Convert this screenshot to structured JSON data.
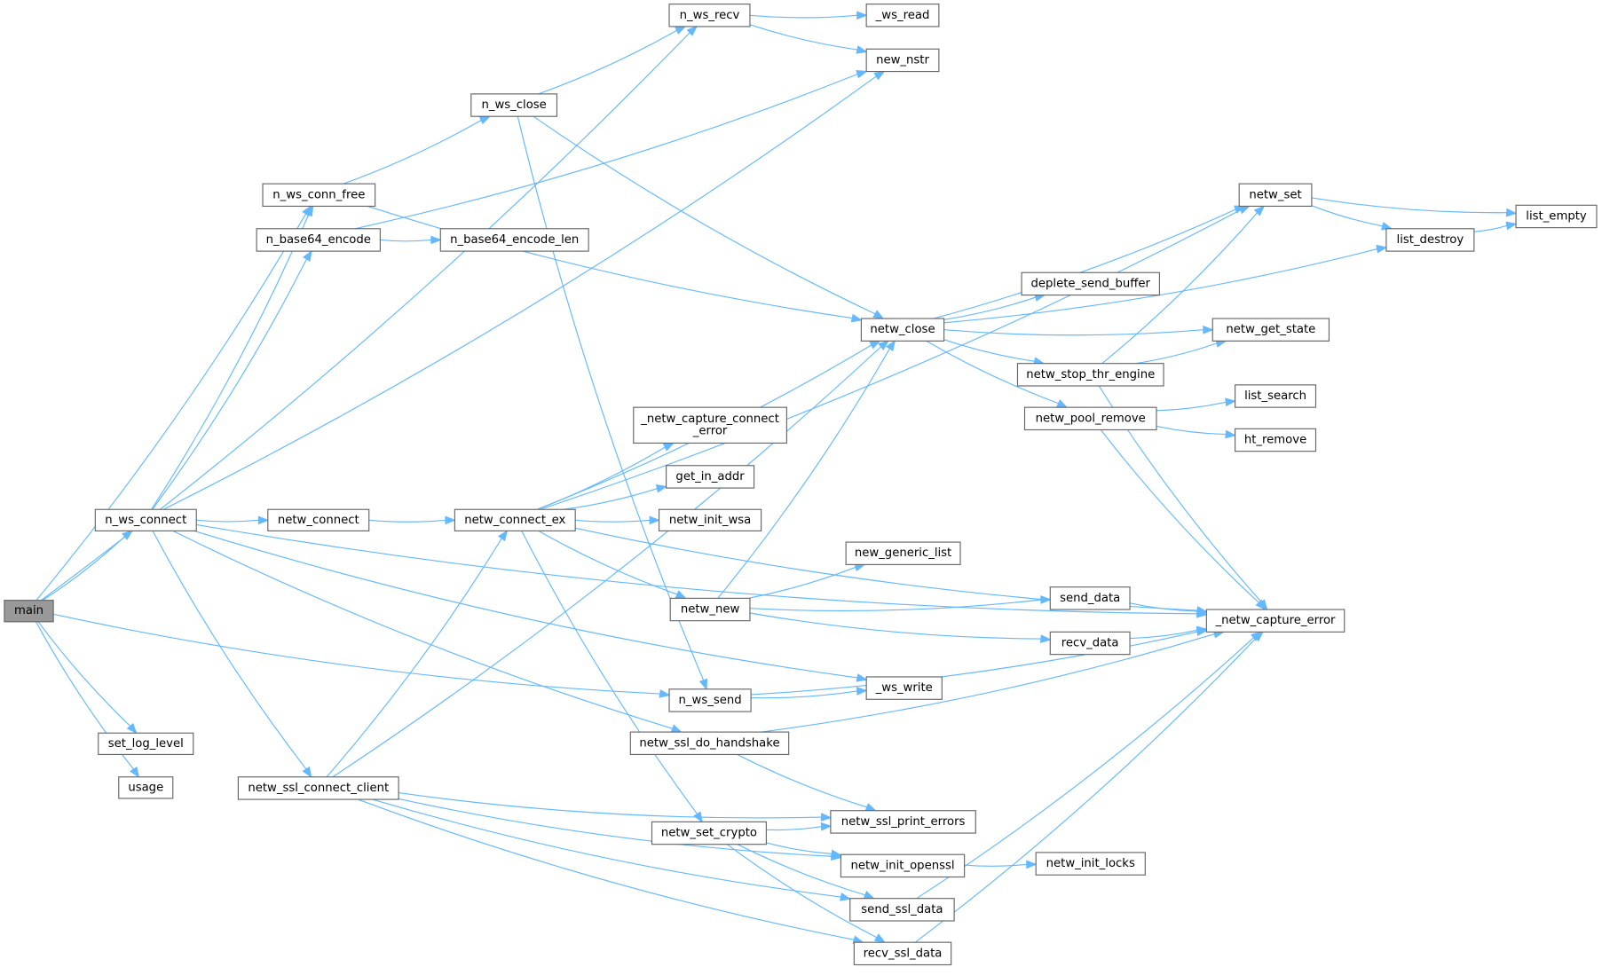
{
  "colors": {
    "edge": "#63b8ff",
    "root_fill": "#999999",
    "node_border": "#666666"
  },
  "nodes": [
    {
      "id": "main",
      "label": "main",
      "root": true
    },
    {
      "id": "n_ws_connect",
      "label": "n_ws_connect"
    },
    {
      "id": "set_log_level",
      "label": "set_log_level"
    },
    {
      "id": "usage",
      "label": "usage"
    },
    {
      "id": "n_ws_recv",
      "label": "n_ws_recv"
    },
    {
      "id": "_ws_read",
      "label": "_ws_read"
    },
    {
      "id": "new_nstr",
      "label": "new_nstr"
    },
    {
      "id": "n_ws_close",
      "label": "n_ws_close"
    },
    {
      "id": "n_ws_conn_free",
      "label": "n_ws_conn_free"
    },
    {
      "id": "n_base64_encode",
      "label": "n_base64_encode"
    },
    {
      "id": "n_base64_encode_len",
      "label": "n_base64_encode_len"
    },
    {
      "id": "netw_set",
      "label": "netw_set"
    },
    {
      "id": "list_empty",
      "label": "list_empty"
    },
    {
      "id": "list_destroy",
      "label": "list_destroy"
    },
    {
      "id": "deplete_send_buffer",
      "label": "deplete_send_buffer"
    },
    {
      "id": "netw_close",
      "label": "netw_close"
    },
    {
      "id": "netw_get_state",
      "label": "netw_get_state"
    },
    {
      "id": "netw_stop_thr_engine",
      "label": "netw_stop_thr_engine"
    },
    {
      "id": "list_search",
      "label": "list_search"
    },
    {
      "id": "netw_pool_remove",
      "label": "netw_pool_remove"
    },
    {
      "id": "ht_remove",
      "label": "ht_remove"
    },
    {
      "id": "_netw_capture_connect_error",
      "label": "_netw_capture_connect\n_error"
    },
    {
      "id": "get_in_addr",
      "label": "get_in_addr"
    },
    {
      "id": "netw_connect",
      "label": "netw_connect"
    },
    {
      "id": "netw_connect_ex",
      "label": "netw_connect_ex"
    },
    {
      "id": "netw_init_wsa",
      "label": "netw_init_wsa"
    },
    {
      "id": "new_generic_list",
      "label": "new_generic_list"
    },
    {
      "id": "netw_new",
      "label": "netw_new"
    },
    {
      "id": "send_data",
      "label": "send_data"
    },
    {
      "id": "_netw_capture_error",
      "label": "_netw_capture_error"
    },
    {
      "id": "recv_data",
      "label": "recv_data"
    },
    {
      "id": "_ws_write",
      "label": "_ws_write"
    },
    {
      "id": "n_ws_send",
      "label": "n_ws_send"
    },
    {
      "id": "netw_ssl_do_handshake",
      "label": "netw_ssl_do_handshake"
    },
    {
      "id": "netw_ssl_connect_client",
      "label": "netw_ssl_connect_client"
    },
    {
      "id": "netw_ssl_print_errors",
      "label": "netw_ssl_print_errors"
    },
    {
      "id": "netw_set_crypto",
      "label": "netw_set_crypto"
    },
    {
      "id": "netw_init_openssl",
      "label": "netw_init_openssl"
    },
    {
      "id": "netw_init_locks",
      "label": "netw_init_locks"
    },
    {
      "id": "send_ssl_data",
      "label": "send_ssl_data"
    },
    {
      "id": "recv_ssl_data",
      "label": "recv_ssl_data"
    }
  ],
  "edges": [
    [
      "main",
      "n_ws_recv"
    ],
    [
      "main",
      "n_ws_conn_free"
    ],
    [
      "main",
      "n_ws_connect"
    ],
    [
      "main",
      "n_ws_send"
    ],
    [
      "main",
      "set_log_level"
    ],
    [
      "main",
      "usage"
    ],
    [
      "n_ws_connect",
      "new_nstr"
    ],
    [
      "n_ws_connect",
      "n_ws_conn_free"
    ],
    [
      "n_ws_connect",
      "n_base64_encode"
    ],
    [
      "n_ws_connect",
      "netw_connect"
    ],
    [
      "n_ws_connect",
      "_ws_write"
    ],
    [
      "n_ws_connect",
      "netw_ssl_do_handshake"
    ],
    [
      "n_ws_connect",
      "netw_ssl_connect_client"
    ],
    [
      "n_ws_connect",
      "_netw_capture_error"
    ],
    [
      "n_ws_recv",
      "_ws_read"
    ],
    [
      "n_ws_recv",
      "new_nstr"
    ],
    [
      "n_ws_close",
      "n_ws_recv"
    ],
    [
      "n_ws_close",
      "netw_close"
    ],
    [
      "n_ws_close",
      "n_ws_send"
    ],
    [
      "n_ws_conn_free",
      "n_ws_close"
    ],
    [
      "n_ws_conn_free",
      "netw_close"
    ],
    [
      "n_base64_encode",
      "new_nstr"
    ],
    [
      "n_base64_encode",
      "n_base64_encode_len"
    ],
    [
      "netw_close",
      "netw_set"
    ],
    [
      "netw_close",
      "list_destroy"
    ],
    [
      "netw_close",
      "deplete_send_buffer"
    ],
    [
      "netw_close",
      "netw_get_state"
    ],
    [
      "netw_close",
      "netw_stop_thr_engine"
    ],
    [
      "netw_close",
      "netw_pool_remove"
    ],
    [
      "netw_set",
      "list_empty"
    ],
    [
      "netw_set",
      "list_destroy"
    ],
    [
      "list_destroy",
      "list_empty"
    ],
    [
      "netw_stop_thr_engine",
      "netw_set"
    ],
    [
      "netw_stop_thr_engine",
      "netw_get_state"
    ],
    [
      "netw_stop_thr_engine",
      "_netw_capture_error"
    ],
    [
      "netw_pool_remove",
      "list_search"
    ],
    [
      "netw_pool_remove",
      "ht_remove"
    ],
    [
      "netw_pool_remove",
      "_netw_capture_error"
    ],
    [
      "netw_connect",
      "netw_connect_ex"
    ],
    [
      "netw_connect_ex",
      "netw_set"
    ],
    [
      "netw_connect_ex",
      "netw_close"
    ],
    [
      "netw_connect_ex",
      "_netw_capture_connect_error"
    ],
    [
      "netw_connect_ex",
      "get_in_addr"
    ],
    [
      "netw_connect_ex",
      "netw_init_wsa"
    ],
    [
      "netw_connect_ex",
      "_netw_capture_error"
    ],
    [
      "netw_connect_ex",
      "netw_new"
    ],
    [
      "netw_connect_ex",
      "netw_set_crypto"
    ],
    [
      "netw_new",
      "netw_close"
    ],
    [
      "netw_new",
      "new_generic_list"
    ],
    [
      "netw_new",
      "send_data"
    ],
    [
      "netw_new",
      "recv_data"
    ],
    [
      "send_data",
      "_netw_capture_error"
    ],
    [
      "recv_data",
      "_netw_capture_error"
    ],
    [
      "n_ws_send",
      "_ws_write"
    ],
    [
      "n_ws_send",
      "_netw_capture_error"
    ],
    [
      "netw_ssl_do_handshake",
      "_netw_capture_error"
    ],
    [
      "netw_ssl_do_handshake",
      "netw_ssl_print_errors"
    ],
    [
      "netw_ssl_connect_client",
      "netw_close"
    ],
    [
      "netw_ssl_connect_client",
      "netw_connect_ex"
    ],
    [
      "netw_ssl_connect_client",
      "netw_ssl_print_errors"
    ],
    [
      "netw_ssl_connect_client",
      "netw_init_openssl"
    ],
    [
      "netw_ssl_connect_client",
      "send_ssl_data"
    ],
    [
      "netw_ssl_connect_client",
      "recv_ssl_data"
    ],
    [
      "netw_set_crypto",
      "netw_ssl_print_errors"
    ],
    [
      "netw_set_crypto",
      "netw_init_openssl"
    ],
    [
      "netw_set_crypto",
      "send_ssl_data"
    ],
    [
      "netw_set_crypto",
      "recv_ssl_data"
    ],
    [
      "netw_init_openssl",
      "netw_init_locks"
    ],
    [
      "send_ssl_data",
      "_netw_capture_error"
    ],
    [
      "recv_ssl_data",
      "_netw_capture_error"
    ]
  ]
}
